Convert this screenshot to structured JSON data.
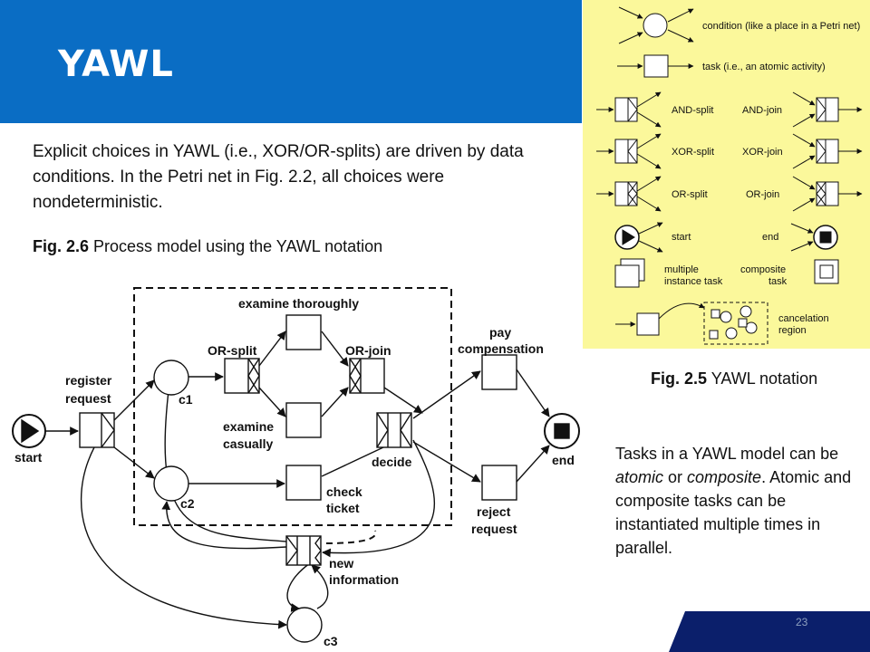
{
  "slide": {
    "title": "YAWL",
    "intro": "Explicit choices in YAWL (i.e., XOR/OR-splits) are driven by data conditions. In the Petri net in Fig. 2.2, all choices were nondeterministic.",
    "fig26_num": "Fig. 2.6",
    "fig26_text": " Process model using the YAWL notation",
    "fig25_num": "Fig. 2.5",
    "fig25_text": " YAWL notation",
    "side_t1": "Tasks in a YAWL model can be ",
    "side_atomic": "atomic",
    "side_t2": " or ",
    "side_composite": "composite",
    "side_t3": ". Atomic and composite tasks can be instantiated multiple times in parallel.",
    "page_number": "23"
  },
  "notation": {
    "condition": "condition (like a place in a Petri net)",
    "task": "task (i.e., an atomic activity)",
    "and_split": "AND-split",
    "and_join": "AND-join",
    "xor_split": "XOR-split",
    "xor_join": "XOR-join",
    "or_split": "OR-split",
    "or_join": "OR-join",
    "start": "start",
    "end": "end",
    "multiple_1": "multiple",
    "multiple_2": "instance task",
    "composite_1": "composite",
    "composite_2": "task",
    "cancel_1": "cancelation",
    "cancel_2": "region"
  },
  "diagram": {
    "start": "start",
    "end": "end",
    "register_1": "register",
    "register_2": "request",
    "c1": "c1",
    "c2": "c2",
    "c3": "c3",
    "examine_thoroughly": "examine thoroughly",
    "or_split": "OR-split",
    "or_join": "OR-join",
    "examine_c1": "examine",
    "examine_c2": "casually",
    "check_1": "check",
    "check_2": "ticket",
    "decide": "decide",
    "pay_1": "pay",
    "pay_2": "compensation",
    "reject_1": "reject",
    "reject_2": "request",
    "new_1": "new",
    "new_2": "information"
  },
  "colors": {
    "header_blue": "#0a6dc4",
    "notation_yellow": "#fbf89b",
    "footer_navy": "#0b1f6b"
  }
}
